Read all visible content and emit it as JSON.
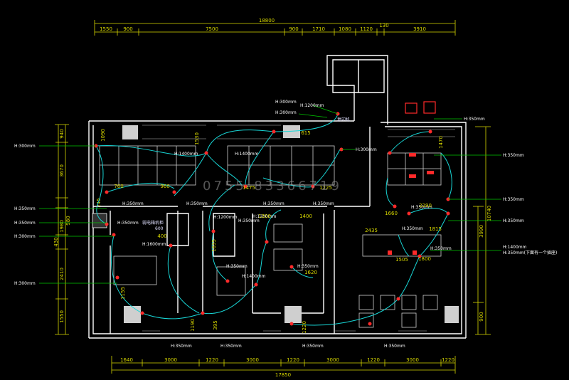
{
  "drawing": {
    "top_total": "18800",
    "top_segments": [
      "1550",
      "900",
      "7500",
      "900",
      "1710",
      "1080",
      "1120",
      "130",
      "3910"
    ],
    "bottom_total": "17850",
    "bottom_segments": [
      "1640",
      "3000",
      "1220",
      "3000",
      "1220",
      "3000",
      "1220",
      "3000",
      "1220"
    ],
    "left_dims": [
      "940",
      "3670",
      "245",
      "1980",
      "980",
      "430",
      "2410",
      "1550"
    ],
    "right_dims": [
      "10740",
      "3990",
      "900"
    ],
    "height_labels": {
      "h300": "H:300mm",
      "h350": "H:350mm",
      "h1200": "H:1200mm",
      "h1400": "H:1400mm",
      "h1600": "H:1600mm"
    },
    "right_note": "H:350mm(下面有一个插座)",
    "right_note_top": "H:1400mm",
    "equipment_labels": [
      "复印机",
      "弱电箱机柜",
      "600"
    ],
    "interior_dims": [
      "1090",
      "1530",
      "615",
      "760",
      "960",
      "1475",
      "1225",
      "1660",
      "2435",
      "1815",
      "1505",
      "1620",
      "1155",
      "1635",
      "1190",
      "395",
      "1220",
      "1400",
      "400",
      "1470",
      "2290",
      "1800",
      "1200"
    ],
    "watermark": "0755-83366719"
  },
  "colors": {
    "wall": "#ffffff",
    "dimension": "#d8d800",
    "wiring": "#18d6d6",
    "outlet": "#ff2a2a",
    "leader": "#00c800",
    "furniture": "#d0d0d0"
  }
}
